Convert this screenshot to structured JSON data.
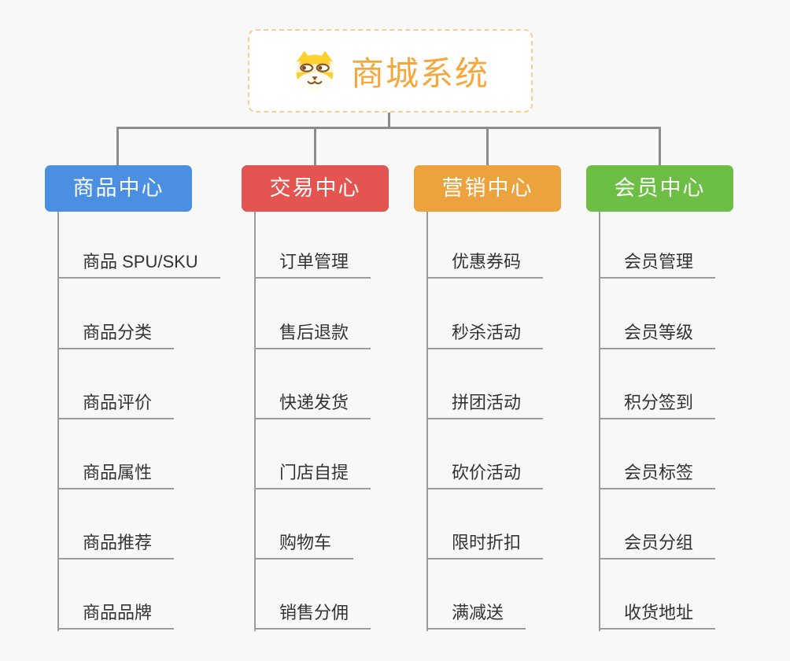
{
  "root": {
    "title": "商城系统",
    "icon": "shiba-dog-icon",
    "title_color": "#F5A73B",
    "border_color": "#F8CE8A"
  },
  "branches": [
    {
      "label": "商品中心",
      "color": "#4B8FE2",
      "items": [
        "商品 SPU/SKU",
        "商品分类",
        "商品评价",
        "商品属性",
        "商品推荐",
        "商品品牌"
      ]
    },
    {
      "label": "交易中心",
      "color": "#E45451",
      "items": [
        "订单管理",
        "售后退款",
        "快递发货",
        "门店自提",
        "购物车",
        "销售分佣"
      ]
    },
    {
      "label": "营销中心",
      "color": "#ECA23D",
      "items": [
        "优惠券码",
        "秒杀活动",
        "拼团活动",
        "砍价活动",
        "限时折扣",
        "满减送"
      ]
    },
    {
      "label": "会员中心",
      "color": "#6CBE44",
      "items": [
        "会员管理",
        "会员等级",
        "积分签到",
        "会员标签",
        "会员分组",
        "收货地址"
      ]
    }
  ],
  "connector_color": "#8C8C8C",
  "background_color": "#F8F8F8"
}
